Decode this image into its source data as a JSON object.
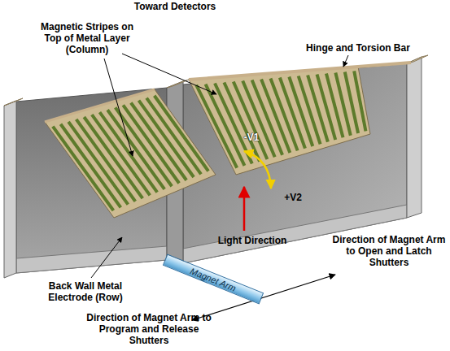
{
  "diagram": {
    "nodes": [
      {
        "text": [
          "Magnet Arm"
        ]
      }
    ],
    "labels": [
      "Toward Detectors",
      "Magnetic Stripes on Top of Metal Layer (Column)",
      "Hinge and Torsion Bar",
      "-V1",
      "+V2",
      "Light Direction",
      "Direction of Magnet Arm to Open and Latch Shutters",
      "Back Wall Metal Electrode (Row)",
      "Direction of Magnet Arm to Program and Release Shutters"
    ]
  }
}
